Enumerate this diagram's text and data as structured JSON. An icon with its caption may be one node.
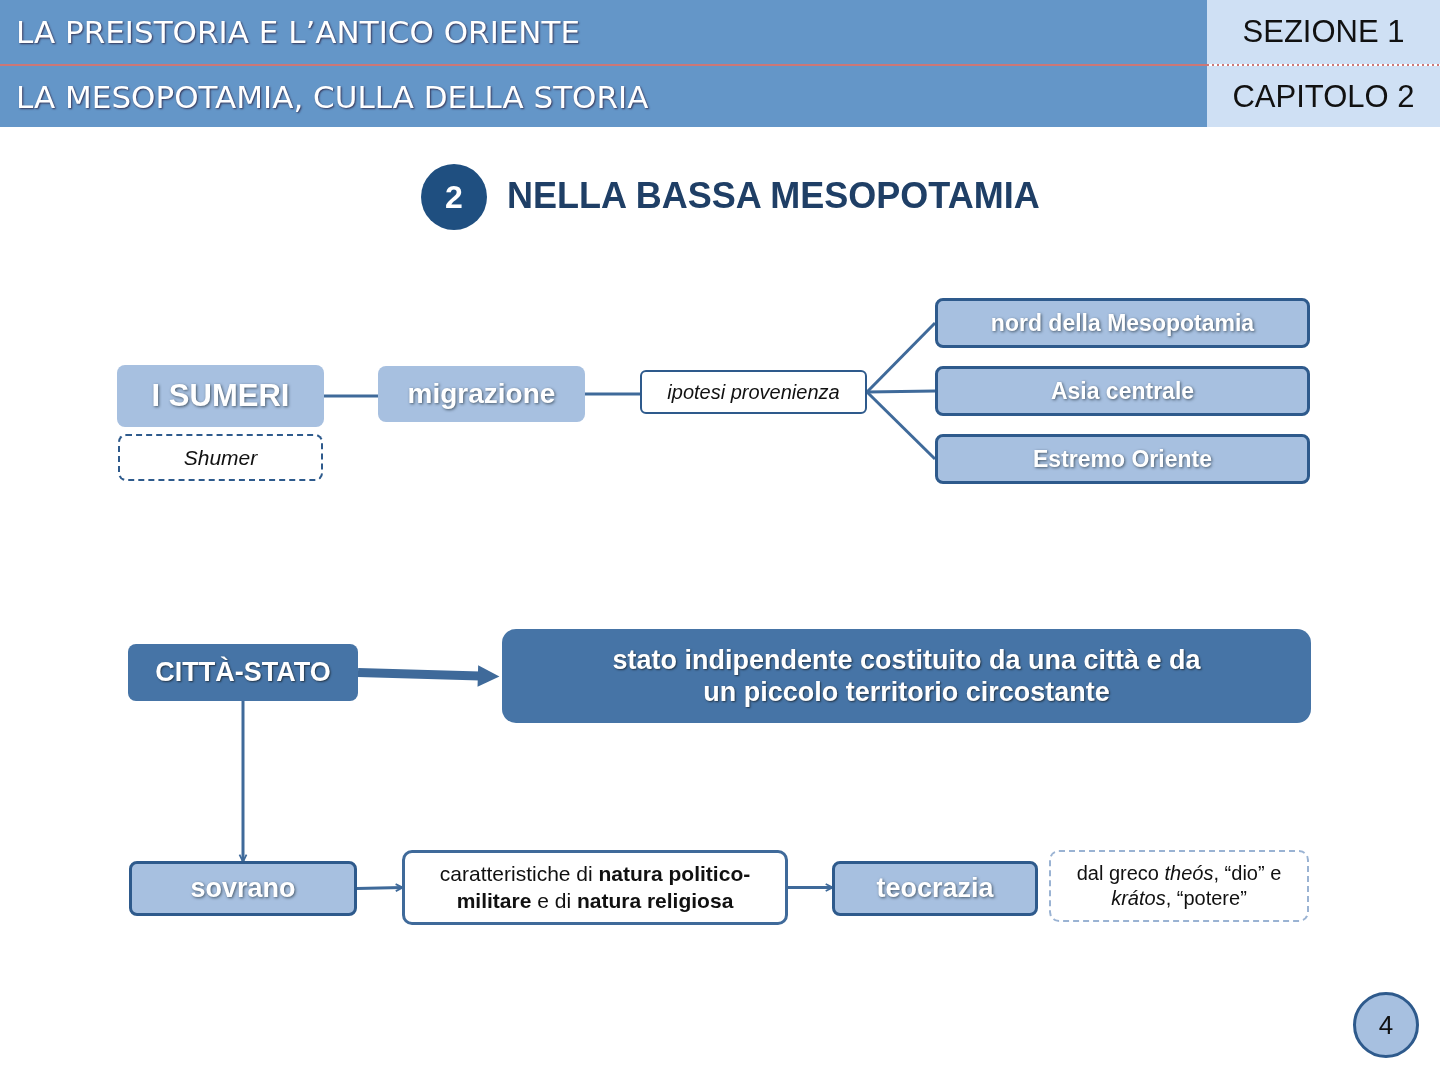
{
  "diagram": {
    "title": "NELLA BASSA MESOPOTAMIA",
    "nodes": [
      {
        "text": [
          "LA PREISTORIA E L’ANTICO ORIENTE"
        ]
      },
      {
        "text": [
          "SEZIONE 1"
        ]
      },
      {
        "text": [
          "LA MESOPOTAMIA, CULLA DELLA STORIA"
        ]
      },
      {
        "text": [
          "CAPITOLO 2"
        ]
      },
      {
        "text": [
          "2"
        ]
      },
      {
        "text": [
          "I SUMERI"
        ]
      },
      {
        "text": [
          "Shumer"
        ]
      },
      {
        "text": [
          "migrazione"
        ]
      },
      {
        "text": [
          "ipotesi provenienza"
        ]
      },
      {
        "text": [
          "nord della Mesopotamia"
        ]
      },
      {
        "text": [
          "Asia centrale"
        ]
      },
      {
        "text": [
          "Estremo Oriente"
        ]
      },
      {
        "text": [
          "CITTÀ-STATO"
        ]
      },
      {
        "text": [
          "stato indipendente costituito da una città e da un piccolo territorio circostante"
        ]
      },
      {
        "text": [
          "sovrano"
        ]
      },
      {
        "text": [
          "caratteristiche di **natura politico-militare** e di **natura religiosa**"
        ]
      },
      {
        "text": [
          "teocrazia"
        ]
      },
      {
        "text": [
          "dal greco *theós*, “dio” e *krátos*, “potere”"
        ]
      },
      {
        "text": [
          "4"
        ]
      }
    ],
    "edges": [
      {
        "from": 5,
        "to": 7,
        "arrow": "none"
      },
      {
        "from": 7,
        "to": 8,
        "arrow": "none"
      },
      {
        "from": 8,
        "to": 9,
        "arrow": "none"
      },
      {
        "from": 8,
        "to": 10,
        "arrow": "none"
      },
      {
        "from": 8,
        "to": 11,
        "arrow": "none"
      },
      {
        "from": 12,
        "to": 13,
        "arrow": "to",
        "style": "thick"
      },
      {
        "from": 12,
        "to": 14,
        "arrow": "to"
      },
      {
        "from": 14,
        "to": 15,
        "arrow": "to"
      },
      {
        "from": 15,
        "to": 16,
        "arrow": "to"
      }
    ]
  }
}
